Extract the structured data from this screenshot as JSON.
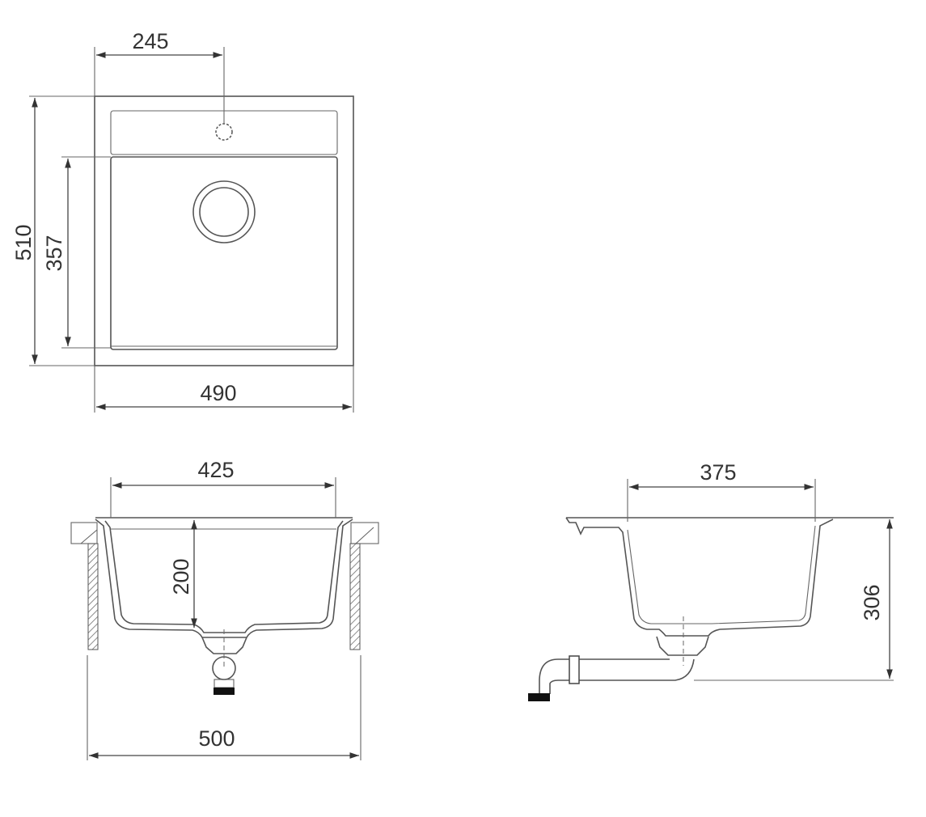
{
  "dimensions": {
    "top_view": {
      "tap_offset": "245",
      "outer_depth": "510",
      "bowl_depth": "357",
      "outer_width": "490"
    },
    "front_view": {
      "bowl_width": "425",
      "bowl_height": "200",
      "cabinet_width": "500"
    },
    "side_view": {
      "bowl_length": "375",
      "total_height": "306"
    }
  },
  "colors": {
    "line": "#555555",
    "text": "#333333",
    "background": "#ffffff"
  }
}
